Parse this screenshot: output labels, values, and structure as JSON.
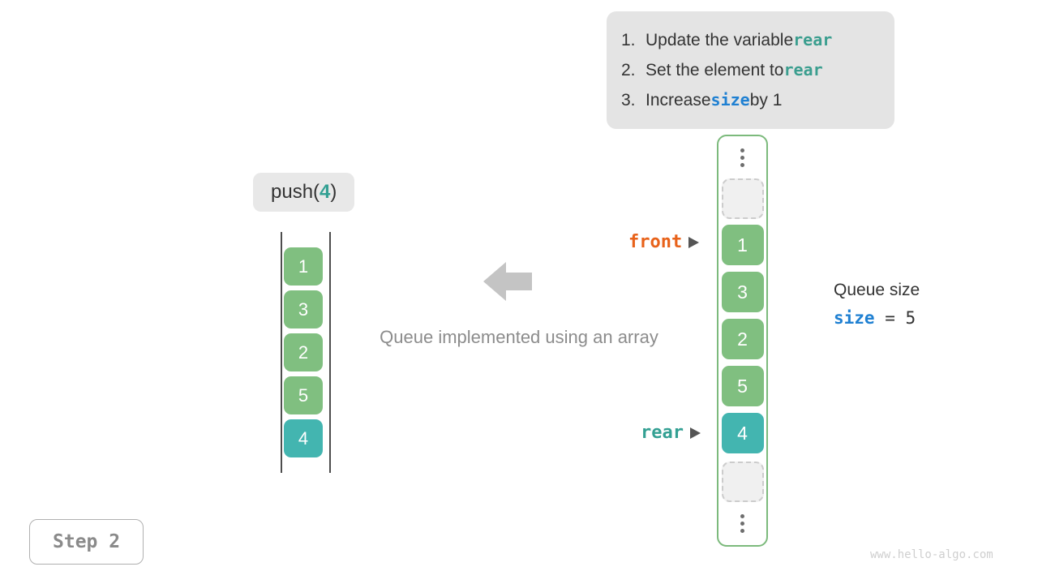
{
  "instructions": {
    "steps": [
      {
        "num": "1.",
        "pre": "Update the variable ",
        "code": "rear",
        "code_color": "teal",
        "post": ""
      },
      {
        "num": "2.",
        "pre": "Set the element to ",
        "code": "rear",
        "code_color": "teal",
        "post": ""
      },
      {
        "num": "3.",
        "pre": "Increase ",
        "code": "size",
        "code_color": "blue",
        "post": " by 1"
      }
    ]
  },
  "operation": {
    "name": "push(",
    "arg": "4",
    "close": ")"
  },
  "left_queue": {
    "cells": [
      {
        "value": "1",
        "color": "green"
      },
      {
        "value": "3",
        "color": "green"
      },
      {
        "value": "2",
        "color": "green"
      },
      {
        "value": "5",
        "color": "green"
      },
      {
        "value": "4",
        "color": "teal"
      }
    ]
  },
  "caption": "Queue implemented using an array",
  "array": {
    "top_slot_empty": true,
    "bottom_slot_empty": true,
    "cells": [
      {
        "value": "1",
        "color": "green"
      },
      {
        "value": "3",
        "color": "green"
      },
      {
        "value": "2",
        "color": "green"
      },
      {
        "value": "5",
        "color": "green"
      },
      {
        "value": "4",
        "color": "teal"
      }
    ]
  },
  "pointers": {
    "front": "front",
    "rear": "rear"
  },
  "size_block": {
    "title": "Queue size",
    "var": "size",
    "expr": " = 5"
  },
  "step_badge": "Step 2",
  "watermark": "www.hello-algo.com",
  "colors": {
    "green": "#80bf80",
    "teal": "#43b5b0",
    "front": "#e8621a",
    "rear": "#33a093",
    "blue": "#1f80d2",
    "border_green": "#7cba7c"
  }
}
